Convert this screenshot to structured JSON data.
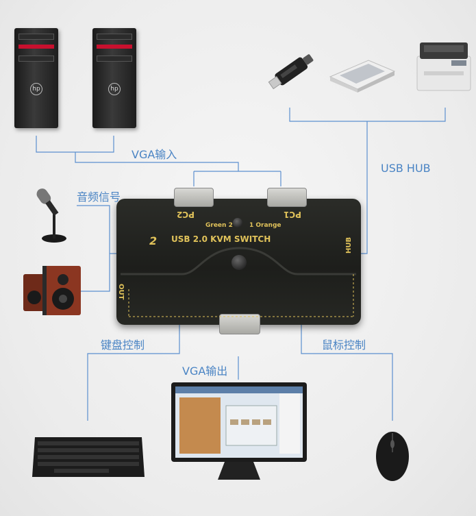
{
  "labels": {
    "vga_in": "VGA输入",
    "usb_hub": "USB HUB",
    "audio_signal": "音频信号",
    "keyboard_control": "键盘控制",
    "mouse_control": "鼠标控制",
    "vga_out": "VGA输出"
  },
  "kvm": {
    "title": "USB 2.0 KVM SWITCH",
    "pc2": "PC2",
    "pc1": "PC1",
    "green": "Green 2",
    "orange": "1 Orange",
    "hub": "HUB",
    "out": "OUT"
  },
  "colors": {
    "label": "#4a84c4",
    "line": "#5b8fcf",
    "kvm_text": "#e0c25a"
  },
  "icons": [
    "usb-flash-drive-icon",
    "scanner-icon",
    "printer-icon",
    "microphone-icon",
    "speaker-icon",
    "keyboard-icon",
    "monitor-icon",
    "mouse-icon",
    "pc-tower-icon"
  ]
}
